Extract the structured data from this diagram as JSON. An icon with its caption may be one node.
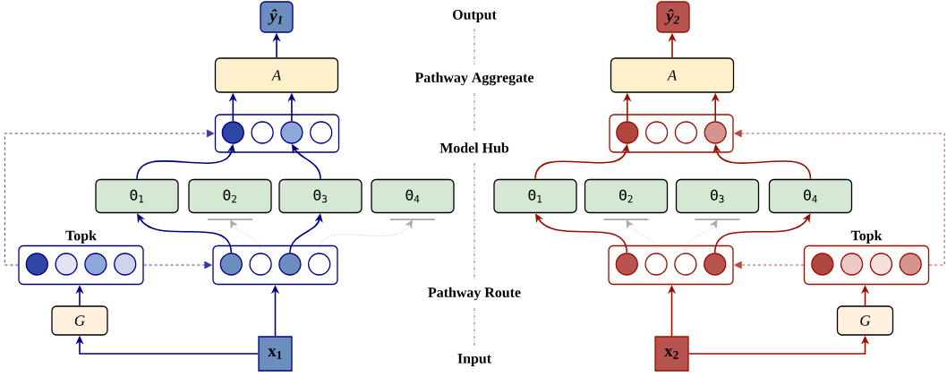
{
  "diagram": {
    "nodes": [
      {
        "text": [
          "ŷ$_{1}$"
        ]
      },
      {
        "text": [
          "A"
        ]
      },
      {
        "text": [],
        "shape": "box"
      },
      {
        "text": [],
        "shape": "circle",
        "in": 2
      },
      {
        "text": [],
        "shape": "circle",
        "in": 2
      },
      {
        "text": [],
        "shape": "circle",
        "in": 2
      },
      {
        "text": [],
        "shape": "circle",
        "in": 2
      },
      {
        "text": [
          "Θ$_{1}$"
        ]
      },
      {
        "text": [
          "Θ$_{2}$"
        ]
      },
      {
        "text": [
          "Θ$_{3}$"
        ]
      },
      {
        "text": [
          "Θ$_{4}$"
        ]
      },
      {
        "text": [
          "Topk"
        ]
      },
      {
        "text": [],
        "shape": "circle",
        "in": 11
      },
      {
        "text": [],
        "shape": "circle",
        "in": 11
      },
      {
        "text": [],
        "shape": "circle",
        "in": 11
      },
      {
        "text": [],
        "shape": "circle",
        "in": 11
      },
      {
        "text": [],
        "shape": "box"
      },
      {
        "text": [],
        "shape": "circle",
        "in": 16
      },
      {
        "text": [],
        "shape": "circle",
        "in": 16
      },
      {
        "text": [],
        "shape": "circle",
        "in": 16
      },
      {
        "text": [],
        "shape": "circle",
        "in": 16
      },
      {
        "text": [
          "G"
        ]
      },
      {
        "text": [
          "x$_{1}$"
        ]
      },
      {
        "text": [
          "ŷ$_{2}$"
        ]
      },
      {
        "text": [
          "A"
        ]
      },
      {
        "text": [],
        "shape": "box"
      },
      {
        "text": [],
        "shape": "circle",
        "in": 25
      },
      {
        "text": [],
        "shape": "circle",
        "in": 25
      },
      {
        "text": [],
        "shape": "circle",
        "in": 25
      },
      {
        "text": [],
        "shape": "circle",
        "in": 25
      },
      {
        "text": [
          "Θ$_{1}$"
        ]
      },
      {
        "text": [
          "Θ$_{2}$"
        ]
      },
      {
        "text": [
          "Θ$_{3}$"
        ]
      },
      {
        "text": [
          "Θ$_{4}$"
        ]
      },
      {
        "text": [
          "Topk"
        ]
      },
      {
        "text": [],
        "shape": "circle",
        "in": 34
      },
      {
        "text": [],
        "shape": "circle",
        "in": 34
      },
      {
        "text": [],
        "shape": "circle",
        "in": 34
      },
      {
        "text": [],
        "shape": "circle",
        "in": 34
      },
      {
        "text": [],
        "shape": "box"
      },
      {
        "text": [],
        "shape": "circle",
        "in": 39
      },
      {
        "text": [],
        "shape": "circle",
        "in": 39
      },
      {
        "text": [],
        "shape": "circle",
        "in": 39
      },
      {
        "text": [],
        "shape": "circle",
        "in": 39
      },
      {
        "text": [
          "G"
        ]
      },
      {
        "text": [
          "x$_{2}$"
        ]
      }
    ],
    "edges": [
      {
        "from": 22,
        "to": 16,
        "arrow": "to",
        "color": "#000080"
      },
      {
        "from": 22,
        "to": 21,
        "arrow": "to",
        "color": "#000080"
      },
      {
        "from": 21,
        "to": 11,
        "arrow": "to",
        "color": "#000080"
      },
      {
        "from": 11,
        "to": 16,
        "arrow": "to",
        "style": "dashed",
        "color": "#3c3ca0"
      },
      {
        "from": 11,
        "to": 2,
        "arrow": "to",
        "style": "dashed",
        "color": "#3c3ca0"
      },
      {
        "from": 17,
        "to": 7,
        "arrow": "to",
        "color": "#000080"
      },
      {
        "from": 18,
        "to": 8,
        "arrow": "to",
        "style": "dashed",
        "color": "#aaaaaa"
      },
      {
        "from": 19,
        "to": 9,
        "arrow": "to",
        "color": "#000080"
      },
      {
        "from": 20,
        "to": 10,
        "arrow": "to",
        "style": "dashed",
        "color": "#aaaaaa"
      },
      {
        "from": 7,
        "to": 3,
        "arrow": "to",
        "color": "#000080"
      },
      {
        "from": 9,
        "to": 5,
        "arrow": "to",
        "color": "#000080"
      },
      {
        "from": 3,
        "to": 1,
        "arrow": "to",
        "color": "#000080"
      },
      {
        "from": 5,
        "to": 1,
        "arrow": "to",
        "color": "#000080"
      },
      {
        "from": 1,
        "to": 0,
        "arrow": "to",
        "color": "#000080"
      },
      {
        "from": 45,
        "to": 39,
        "arrow": "to",
        "color": "#990f02"
      },
      {
        "from": 45,
        "to": 44,
        "arrow": "to",
        "color": "#990f02"
      },
      {
        "from": 44,
        "to": 34,
        "arrow": "to",
        "color": "#990f02"
      },
      {
        "from": 34,
        "to": 39,
        "arrow": "to",
        "style": "dashed",
        "color": "#b84c40"
      },
      {
        "from": 34,
        "to": 25,
        "arrow": "to",
        "style": "dashed",
        "color": "#b84c40"
      },
      {
        "from": 40,
        "to": 30,
        "arrow": "to",
        "color": "#990f02"
      },
      {
        "from": 41,
        "to": 31,
        "arrow": "to",
        "style": "dashed",
        "color": "#aaaaaa"
      },
      {
        "from": 42,
        "to": 32,
        "arrow": "to",
        "style": "dashed",
        "color": "#aaaaaa"
      },
      {
        "from": 43,
        "to": 33,
        "arrow": "to",
        "color": "#990f02"
      },
      {
        "from": 30,
        "to": 26,
        "arrow": "to",
        "color": "#990f02"
      },
      {
        "from": 33,
        "to": 29,
        "arrow": "to",
        "color": "#990f02"
      },
      {
        "from": 26,
        "to": 24,
        "arrow": "to",
        "color": "#990f02"
      },
      {
        "from": 29,
        "to": 24,
        "arrow": "to",
        "color": "#990f02"
      },
      {
        "from": 24,
        "to": 23,
        "arrow": "to",
        "color": "#990f02"
      }
    ],
    "labels": [
      "Output",
      "Pathway Aggregate",
      "Model Hub",
      "Pathway Route",
      "Input"
    ]
  }
}
